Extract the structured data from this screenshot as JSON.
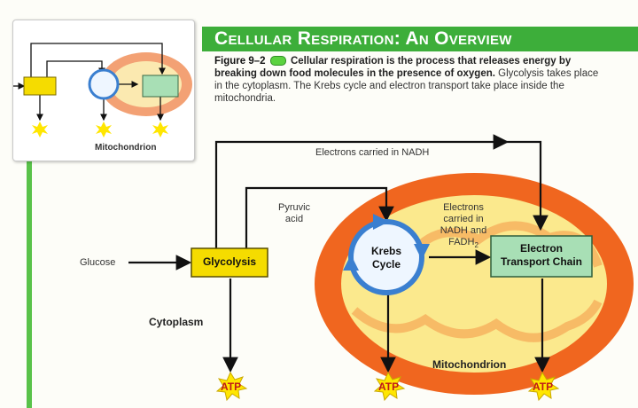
{
  "header": {
    "title": "Cellular Respiration: An Overview",
    "color": "#3dae3a"
  },
  "caption": {
    "figure": "Figure 9–2",
    "icon": "green-bullet-icon",
    "bold_text": "Cellular respiration is the process that releases energy by breaking down food molecules in the presence of oxygen.",
    "rest_text": "Glycolysis takes place in the cytoplasm. The Krebs cycle and electron transport take place inside the mitochondria."
  },
  "thumbnail": {
    "label": "Mitochondrion"
  },
  "diagram": {
    "glucose": "Glucose",
    "glycolysis": "Glycolysis",
    "pyruvic_acid_line1": "Pyruvic",
    "pyruvic_acid_line2": "acid",
    "electrons_nadh": "Electrons carried in NADH",
    "krebs_line1": "Krebs",
    "krebs_line2": "Cycle",
    "electrons_nadh_fadh_line1": "Electrons",
    "electrons_nadh_fadh_line2": "carried in",
    "electrons_nadh_fadh_line3": "NADH and",
    "electrons_nadh_fadh_line4": "FADH",
    "fadh_subscript": "2",
    "etc_line1": "Electron",
    "etc_line2": "Transport Chain",
    "cytoplasm": "Cytoplasm",
    "mitochondrion": "Mitochondrion",
    "atp": [
      "ATP",
      "ATP",
      "ATP"
    ]
  },
  "colors": {
    "glycolysis_box": "#f5dc00",
    "etc_box": "#a8dfb5",
    "mitochondrion_outer": "#f0661f",
    "mitochondrion_inner": "#fbe98d",
    "krebs_ring": "#3a7fd0",
    "atp_star": "#ffe600"
  }
}
